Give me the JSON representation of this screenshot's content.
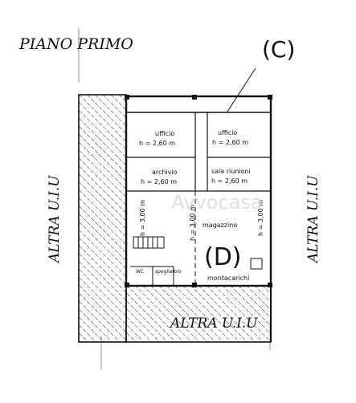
{
  "title": "PIANO PRIMO",
  "section_marker": "(C)",
  "unit_marker": "(D)",
  "watermark": "Avvocasa",
  "neighbors": {
    "left": "ALTRA U.I.U",
    "right": "ALTRA U.I.U",
    "bottom": "ALTRA U.I.U"
  },
  "rooms": {
    "ufficio_1": {
      "name": "ufficio",
      "height": "h = 2,60 m"
    },
    "ufficio_2": {
      "name": "ufficio",
      "height": "h = 2,60 m"
    },
    "archivio": {
      "name": "archivio",
      "height": "h = 2,60 m"
    },
    "sala_riunioni": {
      "name": "sala riunioni",
      "height": "h = 2,60 m"
    },
    "magazzino": {
      "name": "magazzino"
    },
    "wc": {
      "name": "WC"
    },
    "spogliatoio": {
      "name": "spogliatoio"
    },
    "montacarichi": {
      "name": "montacarichi"
    }
  },
  "vertical_heights": {
    "left": "h = 3,00 m",
    "middle": "h = 3,00 m",
    "right": "h = 3,00 m"
  },
  "colors": {
    "line": "#111111",
    "hatch": "#222222",
    "background": "#ffffff"
  }
}
